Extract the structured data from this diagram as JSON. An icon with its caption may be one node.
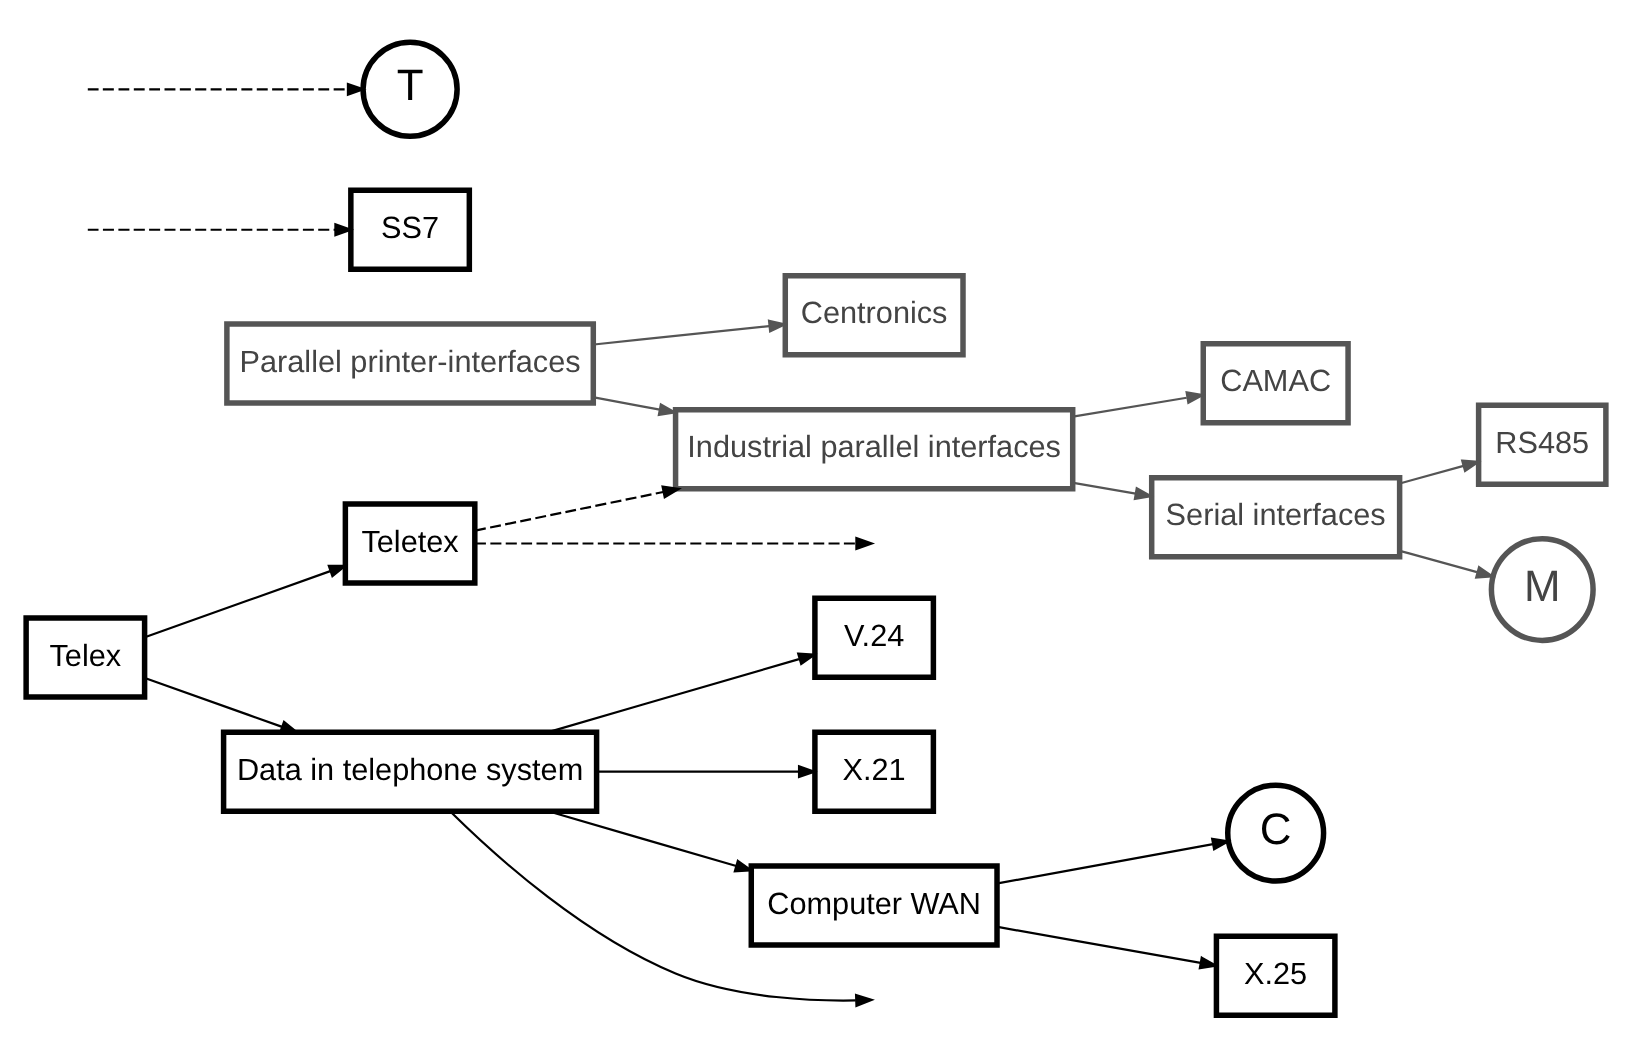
{
  "diagram": {
    "nodes": [
      {
        "text": [
          "Parallel printer-interfaces"
        ]
      },
      {
        "text": [
          "Centronics"
        ]
      },
      {
        "text": [
          "Industrial parallel interfaces"
        ]
      },
      {
        "text": [
          "CAMAC"
        ]
      },
      {
        "text": [
          "Serial interfaces"
        ]
      },
      {
        "text": [
          "RS485"
        ]
      },
      {
        "text": [
          "M"
        ]
      },
      {
        "text": [
          "Telex"
        ]
      },
      {
        "text": [
          "Teletex"
        ]
      },
      {
        "text": [
          "SS7"
        ]
      },
      {
        "text": [
          "T"
        ]
      },
      {
        "text": [
          "V.24"
        ]
      },
      {
        "text": [
          "X.21"
        ]
      },
      {
        "text": [
          "Data in telephone system"
        ]
      },
      {
        "text": [
          "C"
        ]
      },
      {
        "text": [
          "Computer WAN"
        ]
      },
      {
        "text": [
          "X.25"
        ]
      }
    ],
    "edges": [
      {
        "from": 0,
        "to": 1,
        "arrow": "to",
        "color": "#555555"
      },
      {
        "from": 0,
        "to": 2,
        "arrow": "to",
        "color": "#555555"
      },
      {
        "from": 2,
        "to": 3,
        "arrow": "to",
        "color": "#555555"
      },
      {
        "from": 2,
        "to": 4,
        "arrow": "to",
        "color": "#555555"
      },
      {
        "from": 4,
        "to": 5,
        "arrow": "to",
        "color": "#555555"
      },
      {
        "from": 4,
        "to": 6,
        "arrow": "to",
        "color": "#555555"
      },
      {
        "from": 7,
        "to": 8,
        "arrow": "to"
      },
      {
        "from": 7,
        "to": 13,
        "arrow": "to"
      },
      {
        "from": 8,
        "to": 2,
        "arrow": "to",
        "style": "dashed"
      },
      {
        "from": 8,
        "to": null,
        "arrow": "to",
        "style": "dashed"
      },
      {
        "from": null,
        "to": 10,
        "arrow": "to",
        "style": "dashed"
      },
      {
        "from": null,
        "to": 9,
        "arrow": "to",
        "style": "dashed"
      },
      {
        "from": 13,
        "to": 11,
        "arrow": "to"
      },
      {
        "from": 13,
        "to": 12,
        "arrow": "to"
      },
      {
        "from": 13,
        "to": null,
        "arrow": "to"
      },
      {
        "from": 13,
        "to": 15,
        "arrow": "to"
      },
      {
        "from": 15,
        "to": 16,
        "arrow": "to"
      },
      {
        "from": 15,
        "to": 14,
        "arrow": "to"
      }
    ]
  }
}
